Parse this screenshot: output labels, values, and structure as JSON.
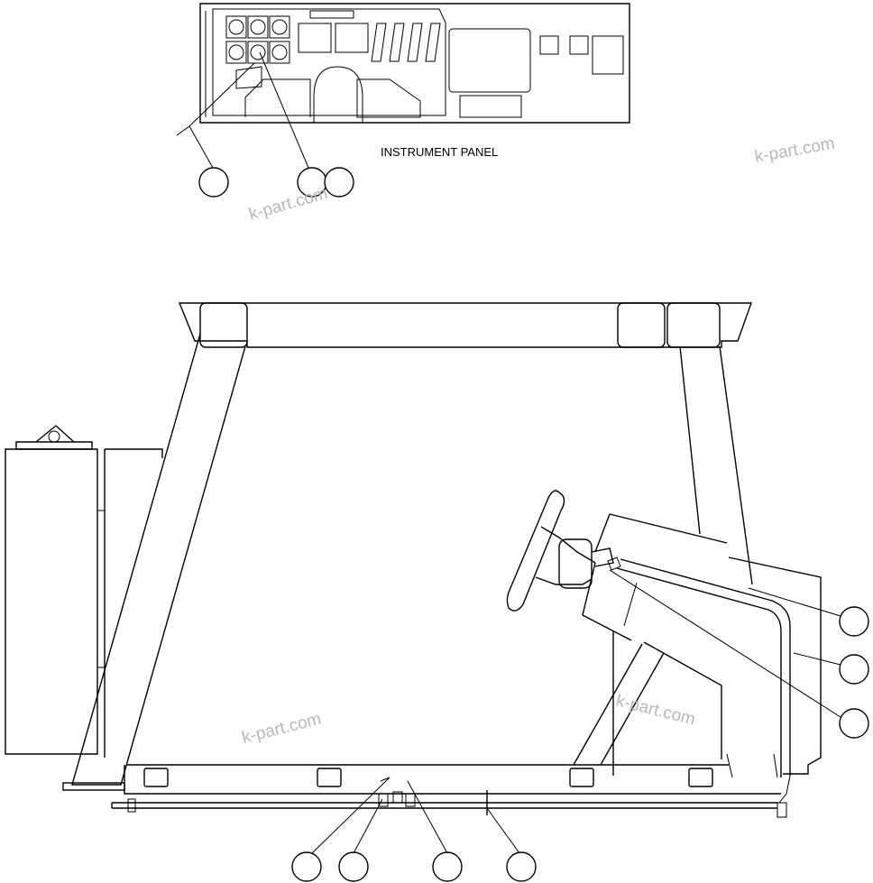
{
  "panel_label": "INSTRUMENT PANEL",
  "watermarks": [
    "k-part.com",
    "k-part.com",
    "k-part.com",
    "k-part.com"
  ]
}
